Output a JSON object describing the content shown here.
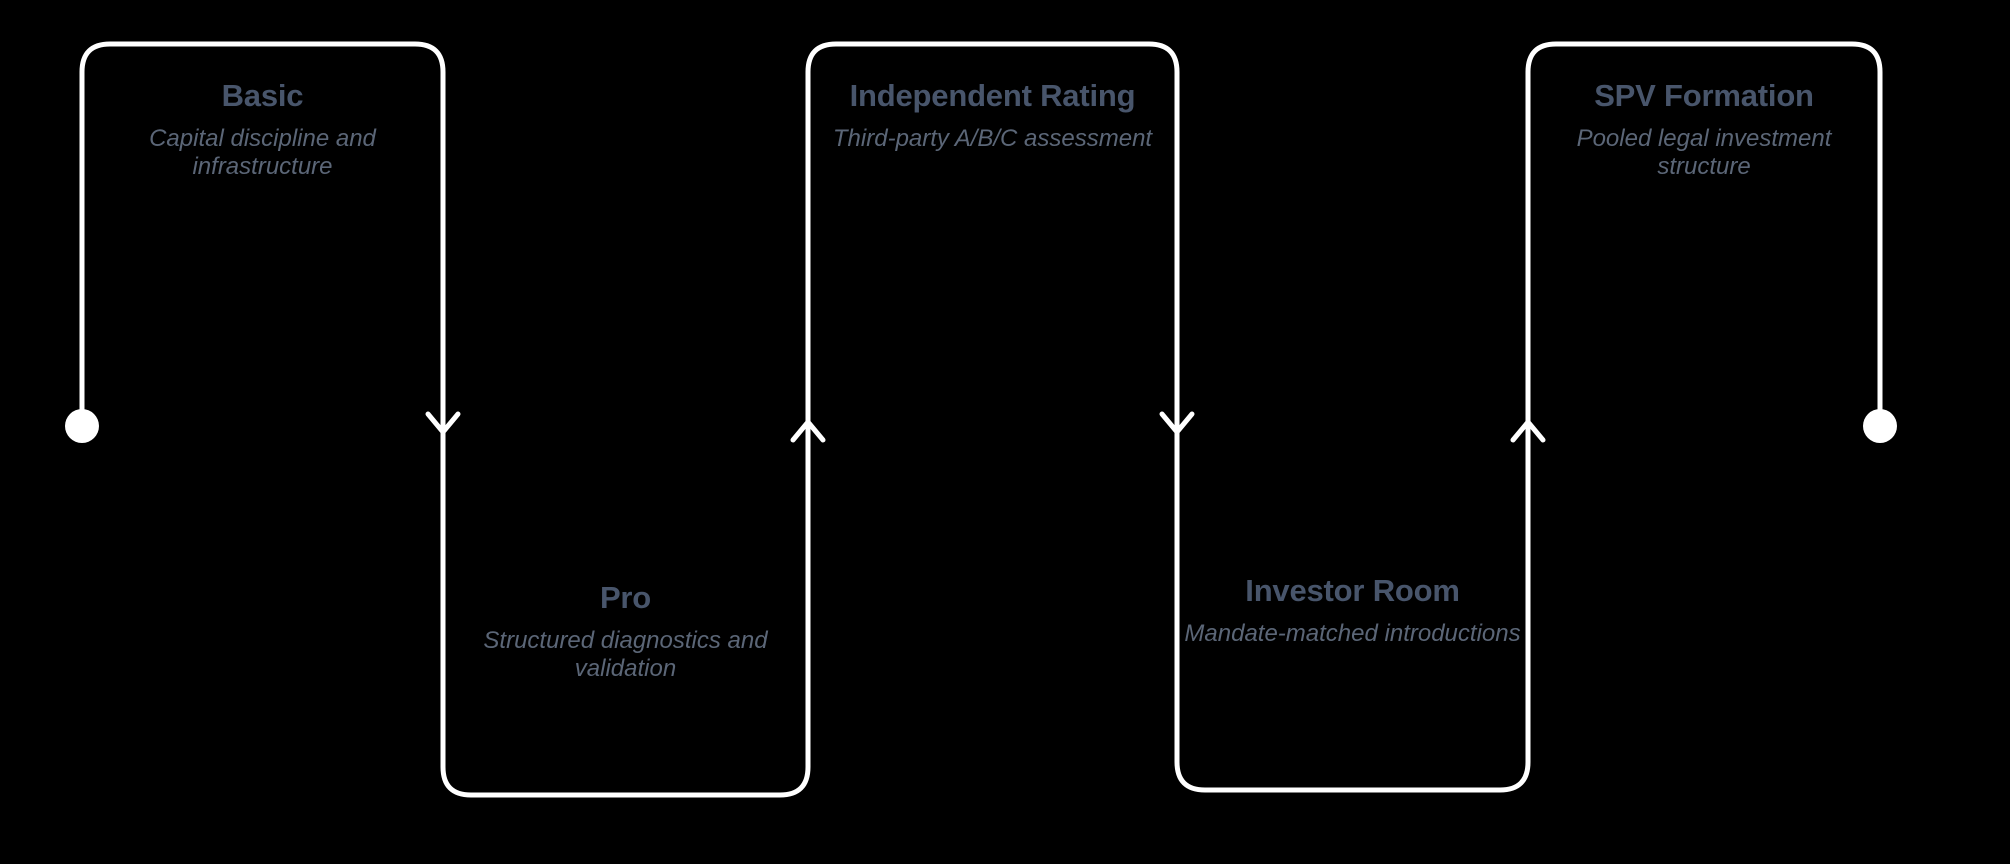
{
  "diagram": {
    "type": "serpentine-flow",
    "background_color": "#000000",
    "connector_color": "#ffffff",
    "title_color": "#48556b",
    "subtitle_color": "#5b6677",
    "stroke_width": 5,
    "corner_radius": 28,
    "start_marker": "start-dot",
    "end_marker": "end-dot",
    "arrow_marker": "chevron-arrow",
    "nodes": [
      {
        "id": "basic",
        "index": 1,
        "title": "Basic",
        "subtitle": "Capital discipline and infrastructure",
        "position": "top"
      },
      {
        "id": "pro",
        "index": 2,
        "title": "Pro",
        "subtitle": "Structured diagnostics and validation",
        "position": "bottom"
      },
      {
        "id": "independent-rating",
        "index": 3,
        "title": "Independent Rating",
        "subtitle": "Third-party A/B/C assessment",
        "position": "top"
      },
      {
        "id": "investor-room",
        "index": 4,
        "title": "Investor Room",
        "subtitle": "Mandate-matched introductions",
        "position": "bottom"
      },
      {
        "id": "spv-formation",
        "index": 5,
        "title": "SPV Formation",
        "subtitle": "Pooled legal investment structure",
        "position": "top"
      }
    ]
  }
}
